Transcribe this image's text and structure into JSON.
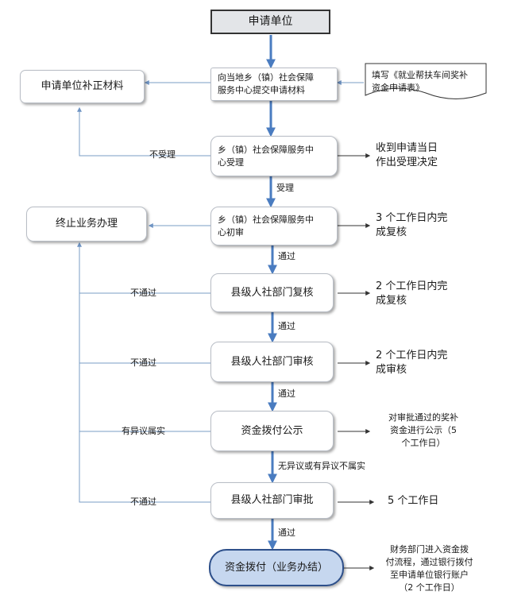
{
  "nodes": {
    "applicant_unit": "申请单位",
    "submit_line1": "向当地乡（镇）社会保障",
    "submit_line2": "服务中心提交申请材料",
    "supplement": "申请单位补正材料",
    "form_line1": "填写《就业帮扶车间奖补",
    "form_line2": "资金申请表》",
    "accept_line1": "乡（镇）社会保障服务中",
    "accept_line2": "心受理",
    "initial_line1": "乡（镇）社会保障服务中",
    "initial_line2": "心初审",
    "terminate": "终止业务办理",
    "county_recheck": "县级人社部门复核",
    "county_review": "县级人社部门审核",
    "publicity": "资金拨付公示",
    "county_approve": "县级人社部门审批",
    "disburse": "资金拨付（业务办结）"
  },
  "notes": {
    "accept_line1": "收到申请当日",
    "accept_line2": "作出受理决定",
    "initial_line1": "3 个工作日内完",
    "initial_line2": "成复核",
    "recheck_line1": "2 个工作日内完",
    "recheck_line2": "成复核",
    "review_line1": "2 个工作日内完",
    "review_line2": "成审核",
    "publicity_line1": "对审批通过的奖补",
    "publicity_line2": "资金进行公示（5",
    "publicity_line3": "个工作日）",
    "approve": "5 个工作日",
    "disburse_line1": "财务部门进入资金拨",
    "disburse_line2": "付流程，通过银行拨付",
    "disburse_line3": "至申请单位银行账户",
    "disburse_line4": "（2 个工作日）"
  },
  "labels": {
    "not_accepted": "不受理",
    "accepted": "受理",
    "passed_1": "通过",
    "passed_2": "通过",
    "passed_3": "通过",
    "passed_4": "通过",
    "not_passed_1": "不通过",
    "not_passed_2": "不通过",
    "objection_true": "有异议属实",
    "no_objection": "无异议或有异议不属实",
    "not_passed_3": "不通过"
  },
  "colors": {
    "main_arrow": "#4a7cc0",
    "side_arrow": "#7a9cc6",
    "thin_line": "#333333",
    "terminal_fill": "#c6d7ef"
  }
}
